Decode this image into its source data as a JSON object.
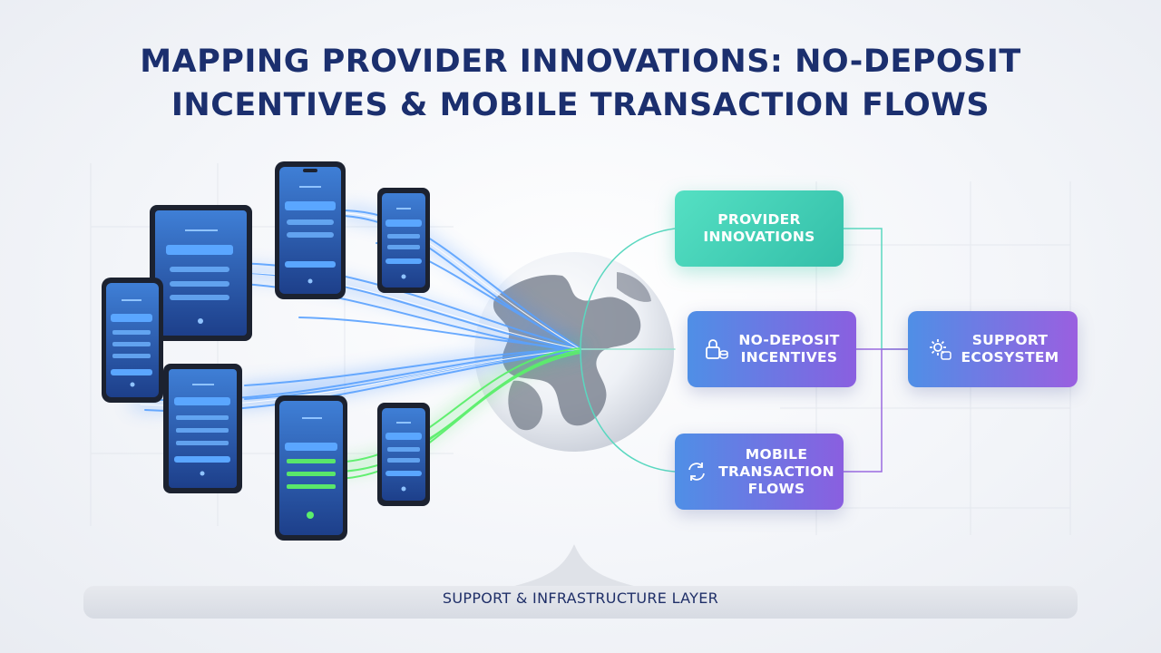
{
  "title": {
    "line1": "MAPPING PROVIDER INNOVATIONS: NO-DEPOSIT",
    "line2": "INCENTIVES & MOBILE TRANSACTION FLOWS"
  },
  "nodes": {
    "provider_innovations": "PROVIDER\nINNOVATIONS",
    "no_deposit_incentives": "NO-DEPOSIT\nINCENTIVES",
    "mobile_transaction_flows": "MOBILE\nTRANSACTION\nFLOWS",
    "support_ecosystem": "SUPPORT\nECOSYSTEM"
  },
  "icons": {
    "no_deposit": "lock-coins-icon",
    "mobile_flows": "sync-arrows-icon",
    "support": "gear-chat-icon",
    "devices": "nfc-wave-icon"
  },
  "base_label": "SUPPORT & INFRASTRUCTURE LAYER",
  "colors": {
    "title": "#1b2f6e",
    "flow_blue": "#3b8cff",
    "flow_green": "#45e05a",
    "teal": "#3ccfb5",
    "purple": "#8a5fe0"
  }
}
